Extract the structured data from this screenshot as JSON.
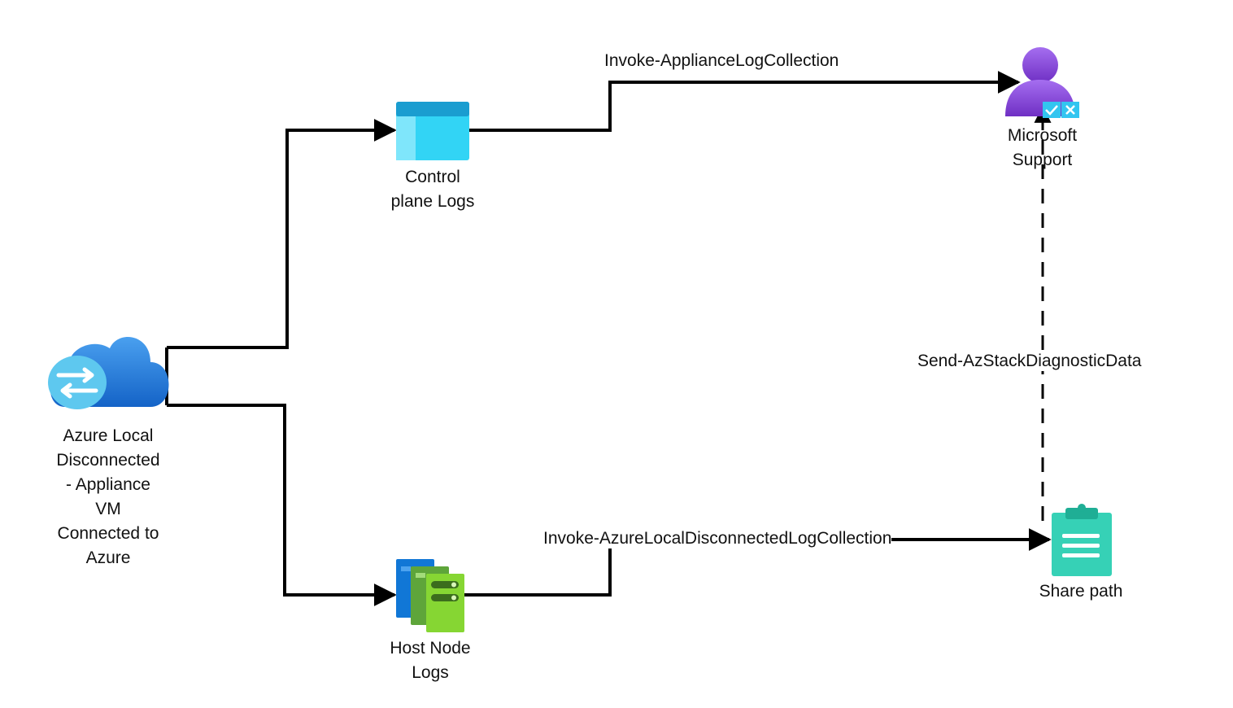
{
  "nodes": {
    "appliance": {
      "icon": "cloud-sync-icon",
      "label_lines": [
        "Azure Local",
        "Disconnected",
        "- Appliance",
        "VM",
        "Connected to",
        "Azure"
      ]
    },
    "control_plane": {
      "icon": "portal-window-icon",
      "label_lines": [
        "Control",
        "plane Logs"
      ]
    },
    "host_node": {
      "icon": "servers-icon",
      "label_lines": [
        "Host Node",
        "Logs"
      ]
    },
    "support": {
      "icon": "support-user-icon",
      "label_lines": [
        "Microsoft",
        "Support"
      ]
    },
    "share": {
      "icon": "clipboard-icon",
      "label_lines": [
        "Share path"
      ]
    }
  },
  "edges": {
    "appliance_log": "Invoke-ApplianceLogCollection",
    "disconnected_log": "Invoke-AzureLocalDisconnectedLogCollection",
    "diagnostic": "Send-AzStackDiagnosticData"
  },
  "colors": {
    "line": "#000000",
    "cloud_dark": "#1c6fd6",
    "cloud_light": "#5ec8ef",
    "window": "#32d4f5",
    "window_bar": "#1a9dd0",
    "server_blue": "#1177d6",
    "server_green": "#7fc64a",
    "user": "#8a46d8",
    "clipboard": "#36d1b6"
  }
}
